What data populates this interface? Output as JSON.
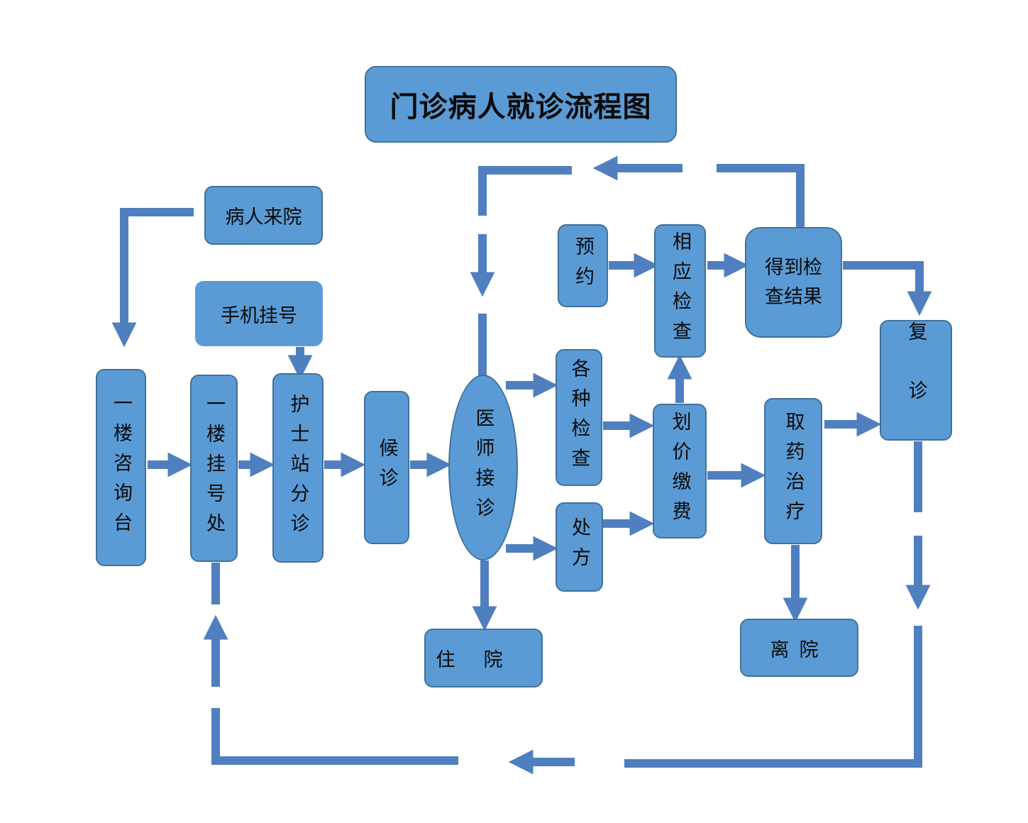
{
  "diagram": {
    "title": "门诊病人就诊流程图",
    "nodes": {
      "arrival": "病人来院",
      "mobile_registration": "手机挂号",
      "info_desk": "一楼咨询台",
      "registration": "一楼挂号处",
      "nurse_triage": "护士站分诊",
      "waiting": "候诊",
      "doctor": "医师接诊",
      "hospitalization": "住院",
      "appointment": "预约",
      "exams": "各种检查",
      "prescription": "处方",
      "corresponding_exam": "相应检查",
      "payment": "划价缴费",
      "results": "得到检查结果",
      "medication": "取药治疗",
      "discharge": "离院",
      "followup": "复诊"
    },
    "colors": {
      "node_fill": "#5b9bd5",
      "node_border": "#41719c",
      "arrow": "#4f7fbf"
    }
  }
}
